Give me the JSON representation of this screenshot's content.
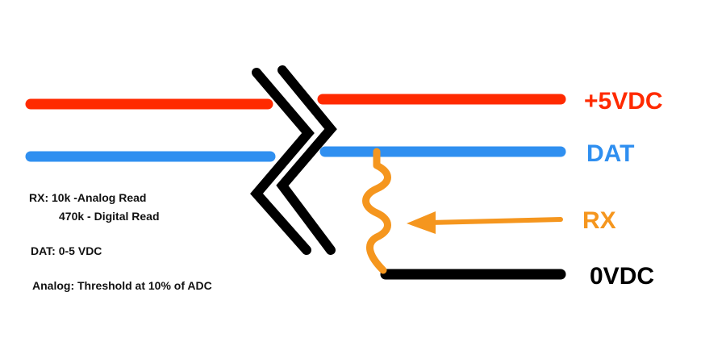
{
  "labels": {
    "vcc": "+5VDC",
    "dat": "DAT",
    "rx": "RX",
    "gnd": "0VDC"
  },
  "notes": {
    "rx_line1": "RX:  10k -Analog Read",
    "rx_line2": "470k - Digital Read",
    "dat_range": "DAT: 0-5 VDC",
    "analog_threshold": "Analog: Threshold at 10% of ADC"
  },
  "colors": {
    "vcc": "#ff2a00",
    "dat": "#2f8ff0",
    "rx": "#f5961e",
    "gnd": "#000000",
    "connector": "#000000"
  }
}
